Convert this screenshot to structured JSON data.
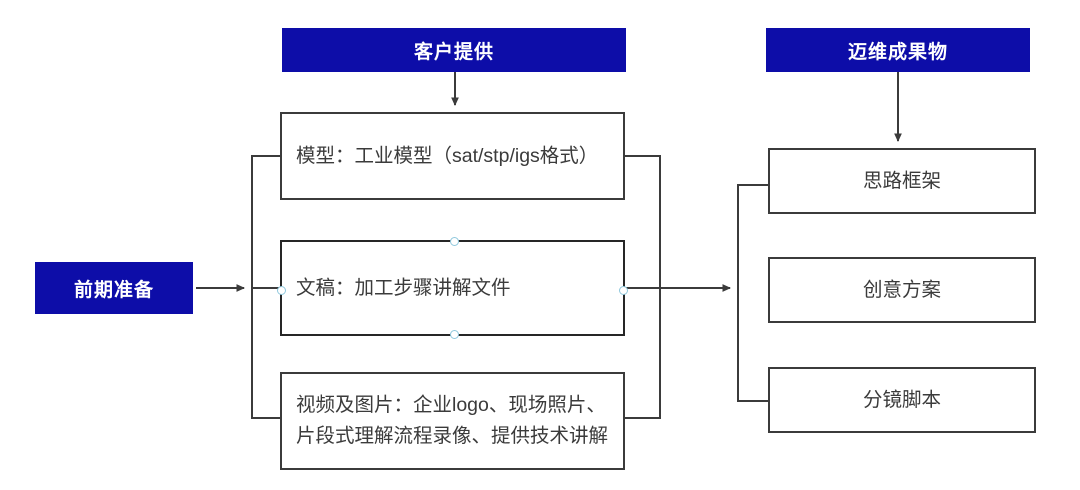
{
  "diagram": {
    "title_banners": [
      {
        "id": "client-provides",
        "label": "客户提供"
      },
      {
        "id": "maiwei-deliverables",
        "label": "迈维成果物"
      }
    ],
    "start_node": {
      "id": "preparation",
      "label": "前期准备"
    },
    "inputs": [
      {
        "id": "model",
        "label": "模型：工业模型（sat/stp/igs格式）",
        "selected": false
      },
      {
        "id": "manuscript",
        "label": "文稿：加工步骤讲解文件",
        "selected": true
      },
      {
        "id": "video-images",
        "label": "视频及图片：企业logo、现场照片、片段式理解流程录像、提供技术讲解",
        "selected": false
      }
    ],
    "outputs": [
      {
        "id": "framework",
        "label": "思路框架"
      },
      {
        "id": "creative-plan",
        "label": "创意方案"
      },
      {
        "id": "storyboard",
        "label": "分镜脚本"
      }
    ],
    "colors": {
      "banner_fill": "#0D0DA8",
      "banner_text": "#FFFFFF",
      "node_border": "#3B3B3B",
      "node_text": "#3B3B3B",
      "connector": "#3B3B3B",
      "selection_handle": "#8FC8DD",
      "background": "#FFFFFF"
    }
  }
}
